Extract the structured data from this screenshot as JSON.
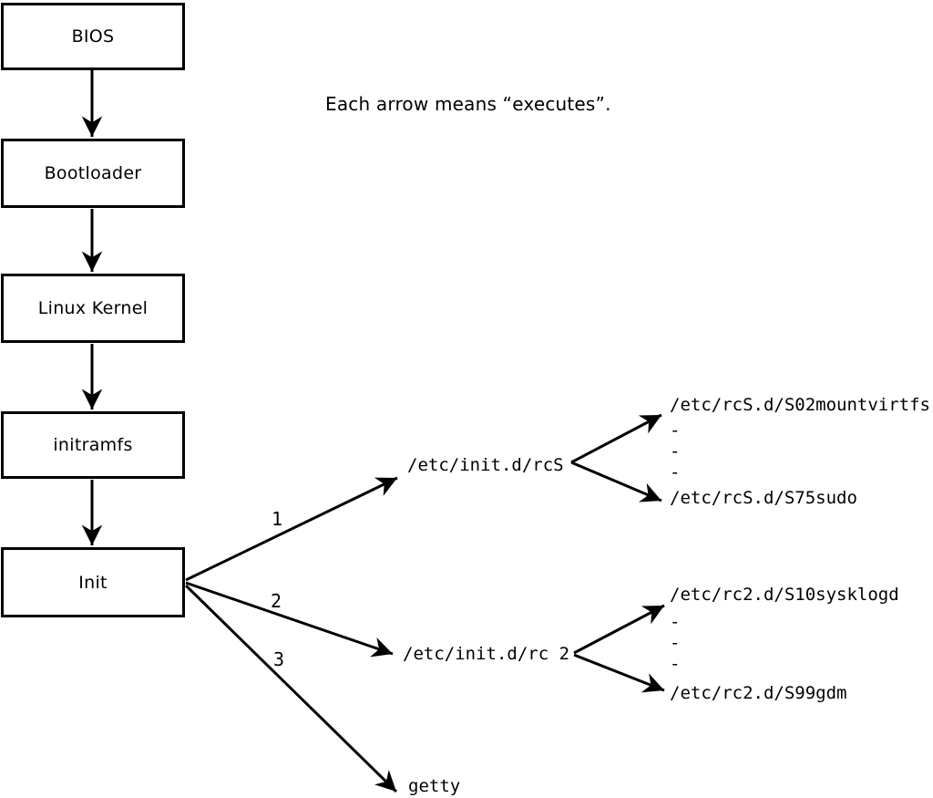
{
  "note": "Each arrow means “executes”.",
  "colors": {
    "ink": "#000000",
    "background": "#ffffff"
  },
  "flow": {
    "stages": [
      "BIOS",
      "Bootloader",
      "Linux Kernel",
      "initramfs",
      "Init"
    ]
  },
  "fanout": {
    "labels": [
      "1",
      "2",
      "3"
    ],
    "targets": [
      "/etc/init.d/rcS",
      "/etc/init.d/rc 2",
      "getty"
    ]
  },
  "rcS_scripts": {
    "first": "/etc/rcS.d/S02mountvirtfs",
    "ellipsis": [
      "-",
      "-",
      "-"
    ],
    "last": "/etc/rcS.d/S75sudo"
  },
  "rc2_scripts": {
    "first": "/etc/rc2.d/S10sysklogd",
    "ellipsis": [
      "-",
      "-",
      "-"
    ],
    "last": "/etc/rc2.d/S99gdm"
  }
}
